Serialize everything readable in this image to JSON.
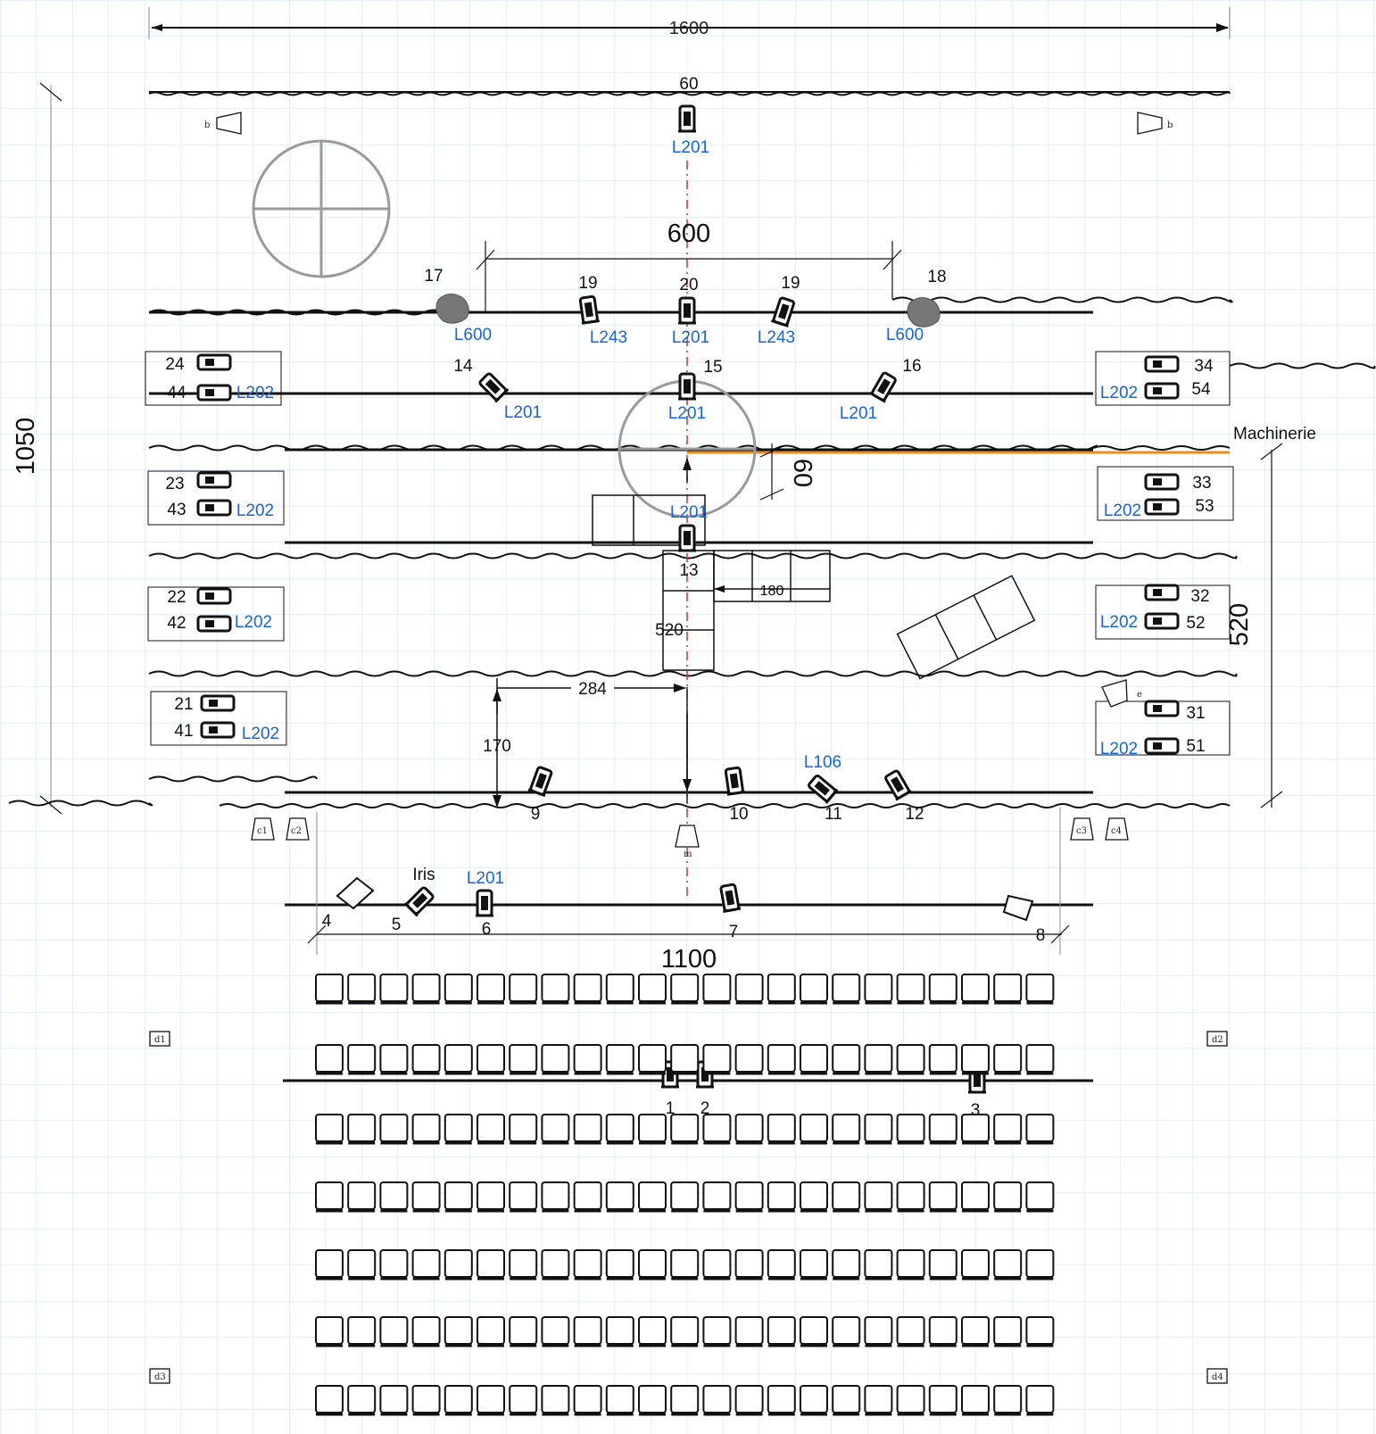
{
  "title": "",
  "dimensions": {
    "total_width": "1600",
    "total_depth": "1050",
    "batten_span": "600",
    "front_span": "1100",
    "right_depth": "520",
    "offset_60": "60",
    "offset_180": "180",
    "offset_520": "520",
    "offset_284": "284",
    "offset_170": "170"
  },
  "machinery_label": "Machinerie",
  "colors": {
    "grid": "#cfe0f5",
    "line": "#111111",
    "label_blue": "#1565d8",
    "machinery": "#f08a1c",
    "centerline": "#d43030",
    "construction_grey": "#9a9a9a"
  },
  "fixture_numbers": [
    "60",
    "17",
    "18",
    "19",
    "20",
    "19",
    "14",
    "15",
    "16",
    "24",
    "44",
    "34",
    "54",
    "23",
    "43",
    "33",
    "53",
    "22",
    "42",
    "32",
    "52",
    "21",
    "41",
    "31",
    "51",
    "13",
    "9",
    "10",
    "11",
    "12",
    "4",
    "5",
    "6",
    "7",
    "8",
    "1",
    "2",
    "3"
  ],
  "fixture_labels": [
    "L201",
    "L600",
    "L243",
    "L201",
    "L243",
    "L600",
    "L201",
    "L201",
    "L201",
    "L202",
    "L202",
    "L202",
    "L202",
    "L202",
    "L202",
    "L202",
    "L202",
    "L201",
    "L106",
    "L201"
  ],
  "other_labels": {
    "iris": "Iris",
    "speaker_b_left": "b",
    "speaker_b_right": "b",
    "c1": "c1",
    "c2": "c2",
    "c3": "c3",
    "c4": "c4",
    "d1": "d1",
    "d2": "d2",
    "d3": "d3",
    "d4": "d4",
    "m": "m",
    "e": "e"
  },
  "seating": {
    "rows": 7,
    "seats_per_row": 23
  }
}
